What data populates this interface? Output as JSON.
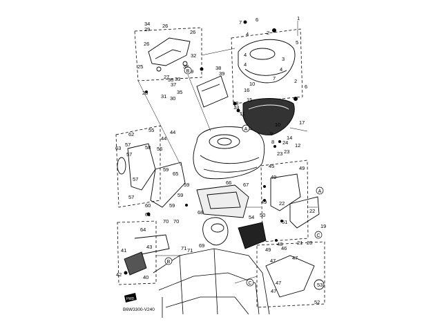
{
  "diagram": {
    "code": "B6W3300-V240",
    "fwd_label": "FWD",
    "callouts": {
      "A": "A",
      "B": "B",
      "C": "C"
    },
    "part_numbers": [
      {
        "id": "n1",
        "text": "1"
      },
      {
        "id": "n2",
        "text": "2"
      },
      {
        "id": "n2b",
        "text": "2"
      },
      {
        "id": "n3",
        "text": "3"
      },
      {
        "id": "n4a",
        "text": "4"
      },
      {
        "id": "n4b",
        "text": "4"
      },
      {
        "id": "n4c",
        "text": "4"
      },
      {
        "id": "n4d",
        "text": "4"
      },
      {
        "id": "n5",
        "text": "5"
      },
      {
        "id": "n6a",
        "text": "6"
      },
      {
        "id": "n6b",
        "text": "6"
      },
      {
        "id": "n7a",
        "text": "7"
      },
      {
        "id": "n7b",
        "text": "7"
      },
      {
        "id": "n8",
        "text": "8"
      },
      {
        "id": "n9",
        "text": "9"
      },
      {
        "id": "n10a",
        "text": "10"
      },
      {
        "id": "n10b",
        "text": "10"
      },
      {
        "id": "n11",
        "text": "11"
      },
      {
        "id": "n12",
        "text": "12"
      },
      {
        "id": "n13",
        "text": "13"
      },
      {
        "id": "n14",
        "text": "14"
      },
      {
        "id": "n15",
        "text": "15"
      },
      {
        "id": "n16",
        "text": "16"
      },
      {
        "id": "n17",
        "text": "17"
      },
      {
        "id": "n18",
        "text": "18"
      },
      {
        "id": "n19",
        "text": "19"
      },
      {
        "id": "n20",
        "text": "20"
      },
      {
        "id": "n21",
        "text": "21"
      },
      {
        "id": "n22a",
        "text": "22"
      },
      {
        "id": "n22b",
        "text": "22"
      },
      {
        "id": "n23a",
        "text": "23"
      },
      {
        "id": "n23b",
        "text": "23"
      },
      {
        "id": "n24",
        "text": "24"
      },
      {
        "id": "n25",
        "text": "25"
      },
      {
        "id": "n26a",
        "text": "26"
      },
      {
        "id": "n26b",
        "text": "26"
      },
      {
        "id": "n26c",
        "text": "26"
      },
      {
        "id": "n27",
        "text": "27"
      },
      {
        "id": "n28",
        "text": "28"
      },
      {
        "id": "n29",
        "text": "29"
      },
      {
        "id": "n30",
        "text": "30"
      },
      {
        "id": "n31",
        "text": "31"
      },
      {
        "id": "n32",
        "text": "32"
      },
      {
        "id": "n33",
        "text": "33"
      },
      {
        "id": "n34",
        "text": "34"
      },
      {
        "id": "n35",
        "text": "35"
      },
      {
        "id": "n36",
        "text": "36"
      },
      {
        "id": "n37",
        "text": "37"
      },
      {
        "id": "n38a",
        "text": "38"
      },
      {
        "id": "n38b",
        "text": "38"
      },
      {
        "id": "n39a",
        "text": "39"
      },
      {
        "id": "n39b",
        "text": "39"
      },
      {
        "id": "n40",
        "text": "40"
      },
      {
        "id": "n41",
        "text": "41"
      },
      {
        "id": "n42",
        "text": "42"
      },
      {
        "id": "n43",
        "text": "43"
      },
      {
        "id": "n44a",
        "text": "44"
      },
      {
        "id": "n44b",
        "text": "44"
      },
      {
        "id": "n45",
        "text": "45"
      },
      {
        "id": "n46",
        "text": "46"
      },
      {
        "id": "n47a",
        "text": "47"
      },
      {
        "id": "n47b",
        "text": "47"
      },
      {
        "id": "n47c",
        "text": "47"
      },
      {
        "id": "n47d",
        "text": "47"
      },
      {
        "id": "n48",
        "text": "48"
      },
      {
        "id": "n49a",
        "text": "49"
      },
      {
        "id": "n49b",
        "text": "49"
      },
      {
        "id": "n49c",
        "text": "49"
      },
      {
        "id": "n49d",
        "text": "49"
      },
      {
        "id": "n50",
        "text": "50"
      },
      {
        "id": "n51",
        "text": "51"
      },
      {
        "id": "n52",
        "text": "52"
      },
      {
        "id": "n53",
        "text": "53"
      },
      {
        "id": "n54",
        "text": "54"
      },
      {
        "id": "n55",
        "text": "55"
      },
      {
        "id": "n56",
        "text": "56"
      },
      {
        "id": "n57a",
        "text": "57"
      },
      {
        "id": "n57b",
        "text": "57"
      },
      {
        "id": "n57c",
        "text": "57"
      },
      {
        "id": "n57d",
        "text": "57"
      },
      {
        "id": "n58",
        "text": "58"
      },
      {
        "id": "n59a",
        "text": "59"
      },
      {
        "id": "n59b",
        "text": "59"
      },
      {
        "id": "n59c",
        "text": "59"
      },
      {
        "id": "n59d",
        "text": "59"
      },
      {
        "id": "n60",
        "text": "60"
      },
      {
        "id": "n61",
        "text": "61"
      },
      {
        "id": "n62",
        "text": "62"
      },
      {
        "id": "n63",
        "text": "63"
      },
      {
        "id": "n64",
        "text": "64"
      },
      {
        "id": "n65",
        "text": "65"
      },
      {
        "id": "n66",
        "text": "66"
      },
      {
        "id": "n67",
        "text": "67"
      },
      {
        "id": "n68",
        "text": "68"
      },
      {
        "id": "n69",
        "text": "69"
      },
      {
        "id": "n70a",
        "text": "70"
      },
      {
        "id": "n70b",
        "text": "70"
      },
      {
        "id": "n71a",
        "text": "71"
      },
      {
        "id": "n71b",
        "text": "71"
      }
    ]
  }
}
